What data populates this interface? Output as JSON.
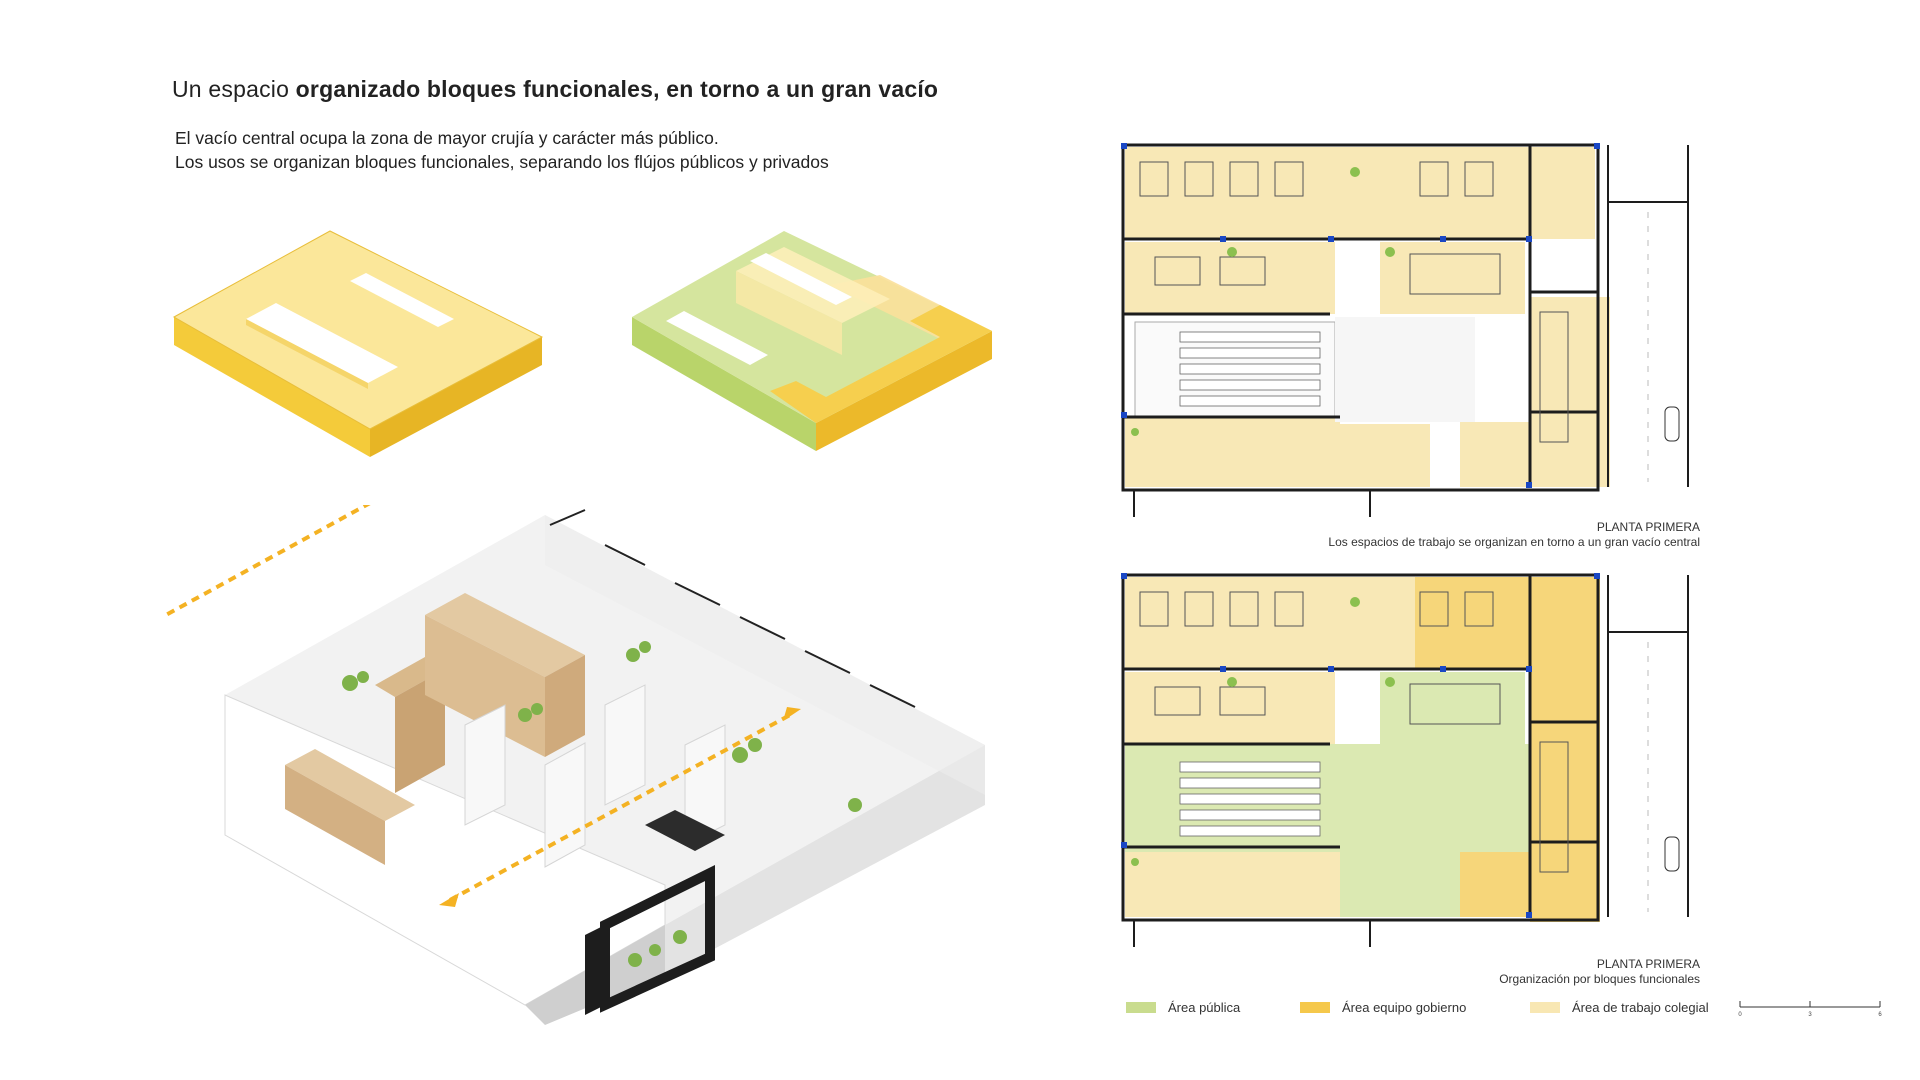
{
  "title": {
    "prefix": "Un espacio ",
    "bold": "organizado bloques funcionales, en torno a un gran vacío"
  },
  "intro": {
    "line1": "El vacío central ocupa la zona de mayor crujía y carácter más público.",
    "line2": "Los usos se organizan bloques funcionales, separando los flújos públicos y privados"
  },
  "plans": [
    {
      "name": "PLANTA PRIMERA",
      "caption": "Los espacios de trabajo se organizan en torno a un gran vacío central"
    },
    {
      "name": "PLANTA PRIMERA",
      "caption": "Organización por bloques funcionales"
    }
  ],
  "legend": [
    {
      "label": "Área pública",
      "color": "#c9dc8e"
    },
    {
      "label": "Área equipo gobierno",
      "color": "#f5c84b"
    },
    {
      "label": "Área de trabajo colegial",
      "color": "#f8e7b3"
    }
  ],
  "scale": {
    "ticks": [
      "0",
      "3",
      "6"
    ]
  },
  "colors": {
    "yellow": "#f7cf45",
    "light_yellow": "#fbe9a8",
    "green": "#c7dc86",
    "wall": "#1d1d1d",
    "arrow": "#f4b223",
    "column": "#1a47c4"
  }
}
